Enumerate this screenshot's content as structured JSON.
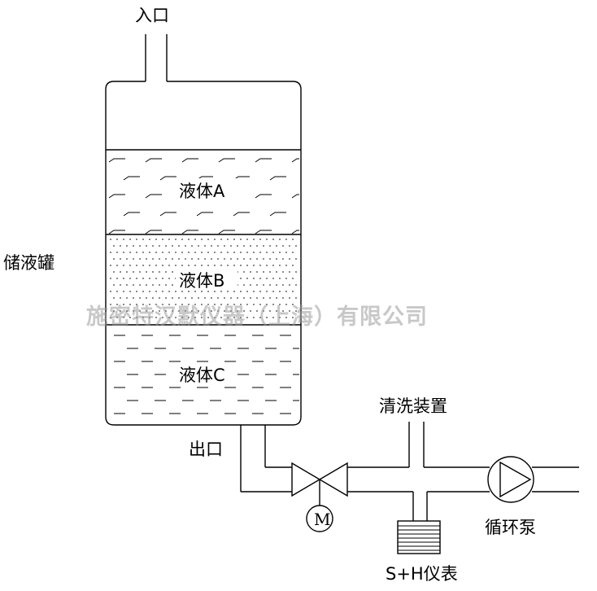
{
  "tank": {
    "label": "储液罐",
    "inlet_label": "入口",
    "outlet_label": "出口",
    "layers": [
      {
        "label": "液体A",
        "pattern": "slash-dashes"
      },
      {
        "label": "液体B",
        "pattern": "dots"
      },
      {
        "label": "液体C",
        "pattern": "dashes"
      }
    ]
  },
  "components": {
    "motor_label": "M",
    "cleaning_label": "清洗装置",
    "instrument_label": "S+H仪表",
    "pump_label": "循环泵"
  },
  "watermark": "施密特汉默仪器（上海）有限公司"
}
